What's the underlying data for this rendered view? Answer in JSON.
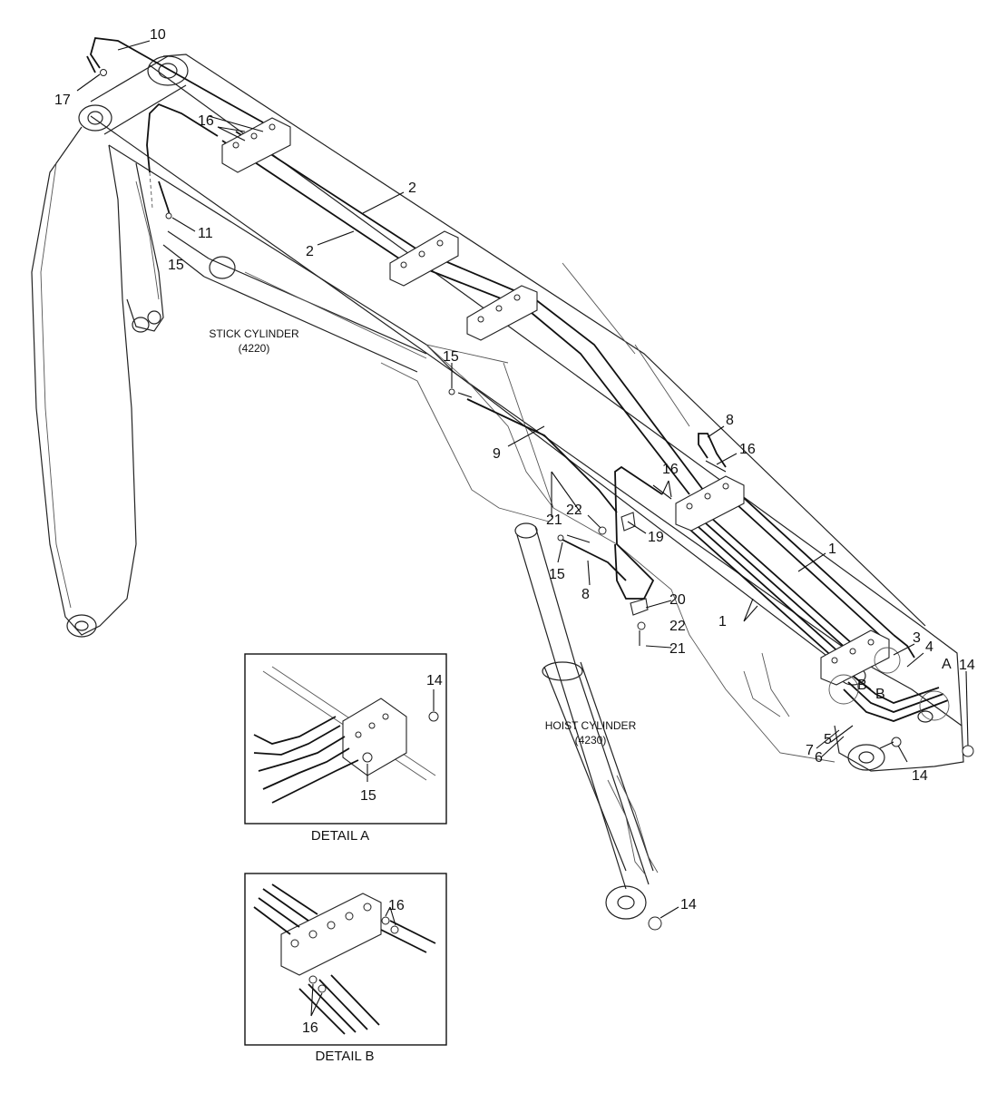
{
  "drawing": {
    "captions": {
      "stick_cylinder": "STICK CYLINDER",
      "stick_cylinder_ref": "(4220)",
      "hoist_cylinder": "HOIST CYLINDER",
      "hoist_cylinder_ref": "(4230)"
    },
    "details": {
      "a": {
        "title": "DETAIL A",
        "callouts": [
          "14",
          "15"
        ]
      },
      "b": {
        "title": "DETAIL B",
        "callouts": [
          "16",
          "16"
        ]
      }
    },
    "section_markers": [
      "A",
      "B",
      "B"
    ],
    "callouts": [
      "10",
      "17",
      "16",
      "11",
      "15",
      "2",
      "2",
      "15",
      "9",
      "8",
      "16",
      "16",
      "22",
      "21",
      "19",
      "15",
      "8",
      "20",
      "1",
      "1",
      "22",
      "21",
      "3",
      "4",
      "14",
      "7",
      "6",
      "5",
      "14",
      "14"
    ]
  }
}
